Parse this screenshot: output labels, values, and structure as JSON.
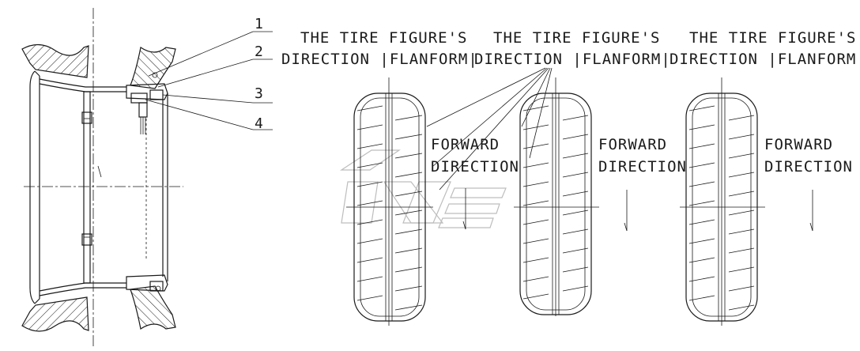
{
  "callouts": [
    "1",
    "2",
    "3",
    "4"
  ],
  "tires": [
    {
      "heading_line1": "THE TIRE FIGURE'S",
      "heading_line2": "DIRECTION |FLANFORM|",
      "forward_line1": "FORWARD",
      "forward_line2": "DIRECTION"
    },
    {
      "heading_line1": "THE TIRE FIGURE'S",
      "heading_line2": "DIRECTION |FLANFORM|",
      "forward_line1": "FORWARD",
      "forward_line2": "DIRECTION"
    },
    {
      "heading_line1": "THE TIRE FIGURE'S",
      "heading_line2": "DIRECTION |FLANFORM|",
      "forward_line1": "FORWARD",
      "forward_line2": "DIRECTION"
    }
  ]
}
